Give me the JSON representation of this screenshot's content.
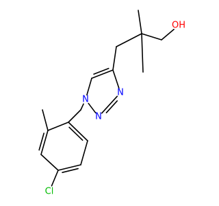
{
  "molecule": {
    "colors": {
      "bond": "#000000",
      "carbon": "#000000",
      "oxygen": "#ff0000",
      "nitrogen": "#0000ff",
      "chlorine": "#00bb00",
      "background": "#ffffff"
    },
    "atoms": [
      {
        "id": "oh",
        "text": "OH",
        "element": "O"
      },
      {
        "id": "n1",
        "text": "N",
        "element": "N"
      },
      {
        "id": "n2",
        "text": "N",
        "element": "N"
      },
      {
        "id": "n3",
        "text": "N",
        "element": "N"
      },
      {
        "id": "cl",
        "text": "Cl",
        "element": "Cl"
      }
    ]
  }
}
